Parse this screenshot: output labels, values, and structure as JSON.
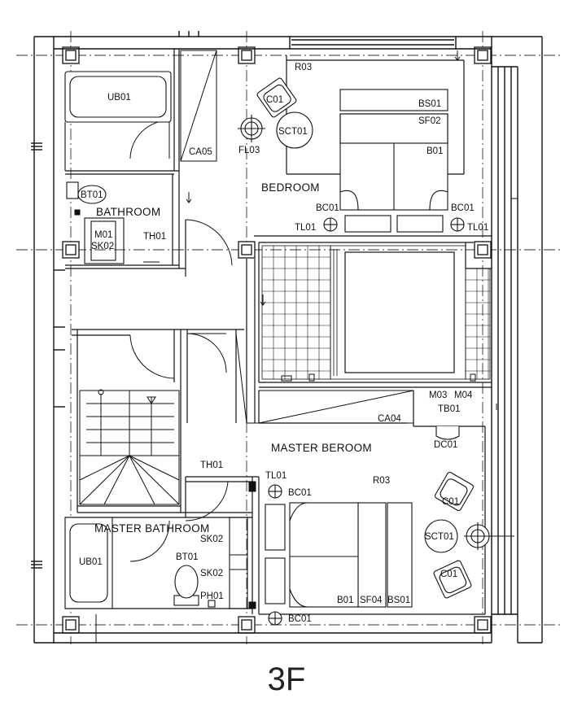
{
  "floor_label": "3F",
  "rooms": {
    "bedroom": "BEDROOM",
    "bathroom": "BATHROOM",
    "master_bedroom": "MASTER BEROOM",
    "master_bathroom": "MASTER BATHROOM"
  },
  "tags": {
    "ub01": "UB01",
    "ca05": "CA05",
    "r03": "R03",
    "c01": "C01",
    "sct01": "SCT01",
    "fl03": "FL03",
    "bs01": "BS01",
    "sf02": "SF02",
    "b01": "B01",
    "bt01": "BT01",
    "bc01": "BC01",
    "tl01": "TL01",
    "m01": "M01",
    "sk02": "SK02",
    "th01": "TH01",
    "m03": "M03",
    "m04": "M04",
    "tb01": "TB01",
    "ca04": "CA04",
    "dc01": "DC01",
    "sf04": "SF04",
    "ph01": "PH01"
  }
}
